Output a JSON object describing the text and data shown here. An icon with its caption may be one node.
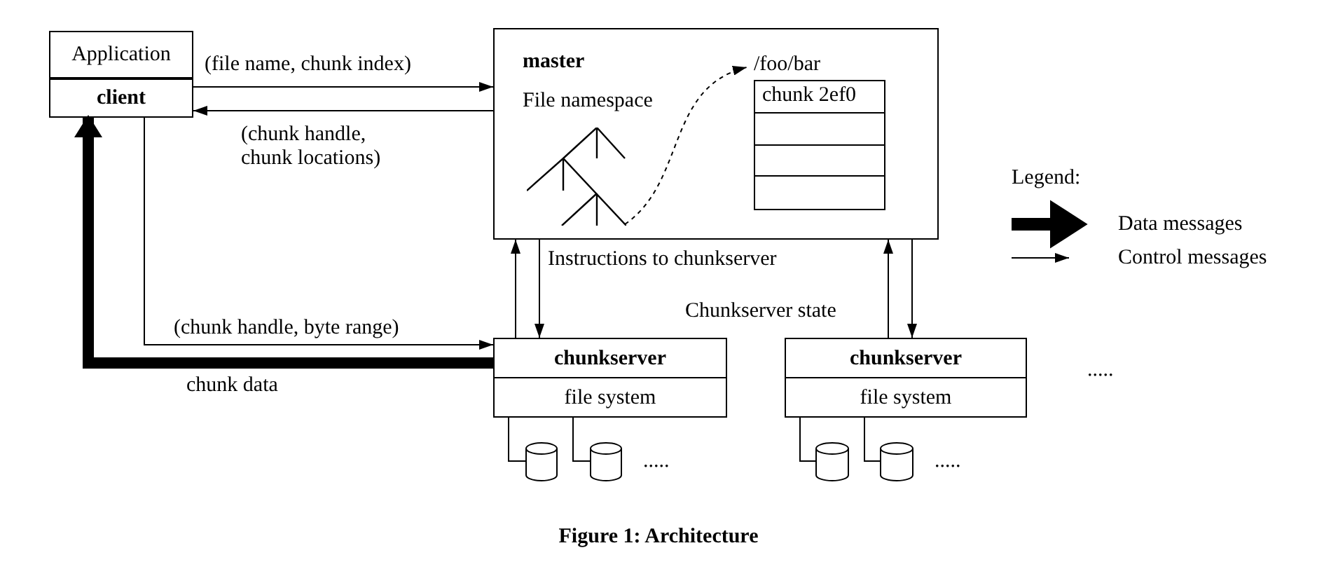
{
  "diagram": {
    "caption": "Figure 1: Architecture",
    "nodes": [
      {
        "text": [
          "Application"
        ]
      },
      {
        "text": [
          "client"
        ]
      },
      {
        "text": [
          "master",
          "File namespace"
        ]
      },
      {
        "text": [],
        "shape": "tree",
        "in": 2
      },
      {
        "text": [
          "/foo/bar",
          "chunk 2ef0"
        ],
        "in": 2
      },
      {
        "text": [
          "chunkserver",
          "file system"
        ]
      },
      {
        "text": [],
        "shape": "cylinder"
      },
      {
        "text": [],
        "shape": "cylinder"
      },
      {
        "text": [
          "chunkserver",
          "file system"
        ]
      },
      {
        "text": [],
        "shape": "cylinder"
      },
      {
        "text": [],
        "shape": "cylinder"
      }
    ],
    "edges": [
      {
        "from": 1,
        "to": 2,
        "arrow": "to",
        "label": "(file name, chunk index)"
      },
      {
        "from": 2,
        "to": 1,
        "arrow": "to",
        "label": "(chunk handle, chunk locations)"
      },
      {
        "from": 1,
        "to": 5,
        "arrow": "to",
        "label": "(chunk handle, byte range)"
      },
      {
        "from": 5,
        "to": 1,
        "arrow": "to",
        "label": "chunk data",
        "style": "thick"
      },
      {
        "from": 5,
        "to": 2,
        "arrow": "to"
      },
      {
        "from": 2,
        "to": 5,
        "arrow": "to",
        "label": "Instructions to chunkserver"
      },
      {
        "from": 8,
        "to": 2,
        "arrow": "to",
        "label": "Chunkserver state"
      },
      {
        "from": 2,
        "to": 8,
        "arrow": "to"
      },
      {
        "from": 3,
        "to": 4,
        "arrow": "to",
        "style": "dashed"
      },
      {
        "from": 5,
        "to": 6,
        "arrow": "none"
      },
      {
        "from": 5,
        "to": 7,
        "arrow": "none"
      },
      {
        "from": 8,
        "to": 9,
        "arrow": "none"
      },
      {
        "from": 8,
        "to": 10,
        "arrow": "none"
      }
    ],
    "labels": [
      "Legend:",
      ".....",
      ".....",
      "....."
    ],
    "legend": [
      {
        "text": "Data messages"
      },
      {
        "text": "Control messages"
      }
    ]
  }
}
